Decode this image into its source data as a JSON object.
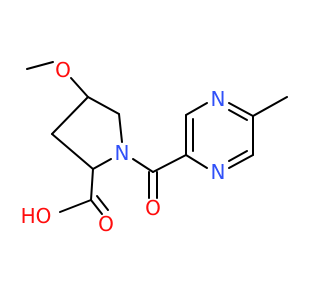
{
  "structure": {
    "labels": {
      "methoxy_oxygen": "O",
      "ring_nitrogen": "N",
      "carbonyl_oxygen": "O",
      "hydroxyl": "HO",
      "acid_oxygen": "O",
      "pyrazine_n_top": "N",
      "pyrazine_n_bottom": "N"
    }
  },
  "colors": {
    "oxygen": "#ff0d0d",
    "nitrogen": "#3050f8",
    "bond": "#000000",
    "background": "#ffffff"
  }
}
